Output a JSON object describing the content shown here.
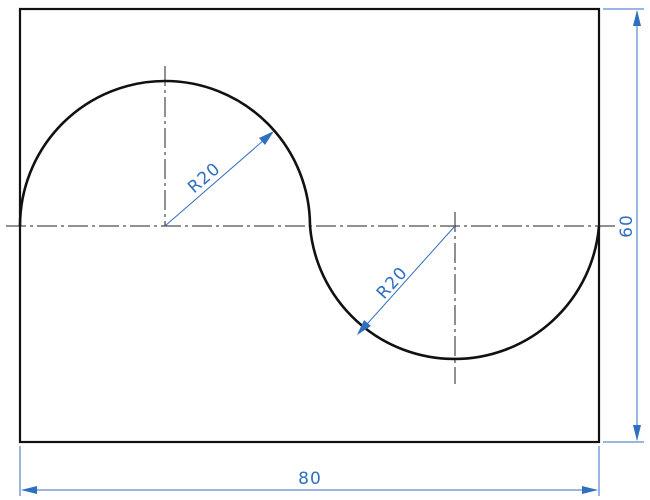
{
  "drawing": {
    "dimensions": {
      "width_label": "80",
      "height_label": "60",
      "radius_upper_label": "R20",
      "radius_lower_label": "R20"
    },
    "colors": {
      "outline": "#111111",
      "dimension": "#2f6fbf",
      "centerline": "#222222"
    }
  }
}
